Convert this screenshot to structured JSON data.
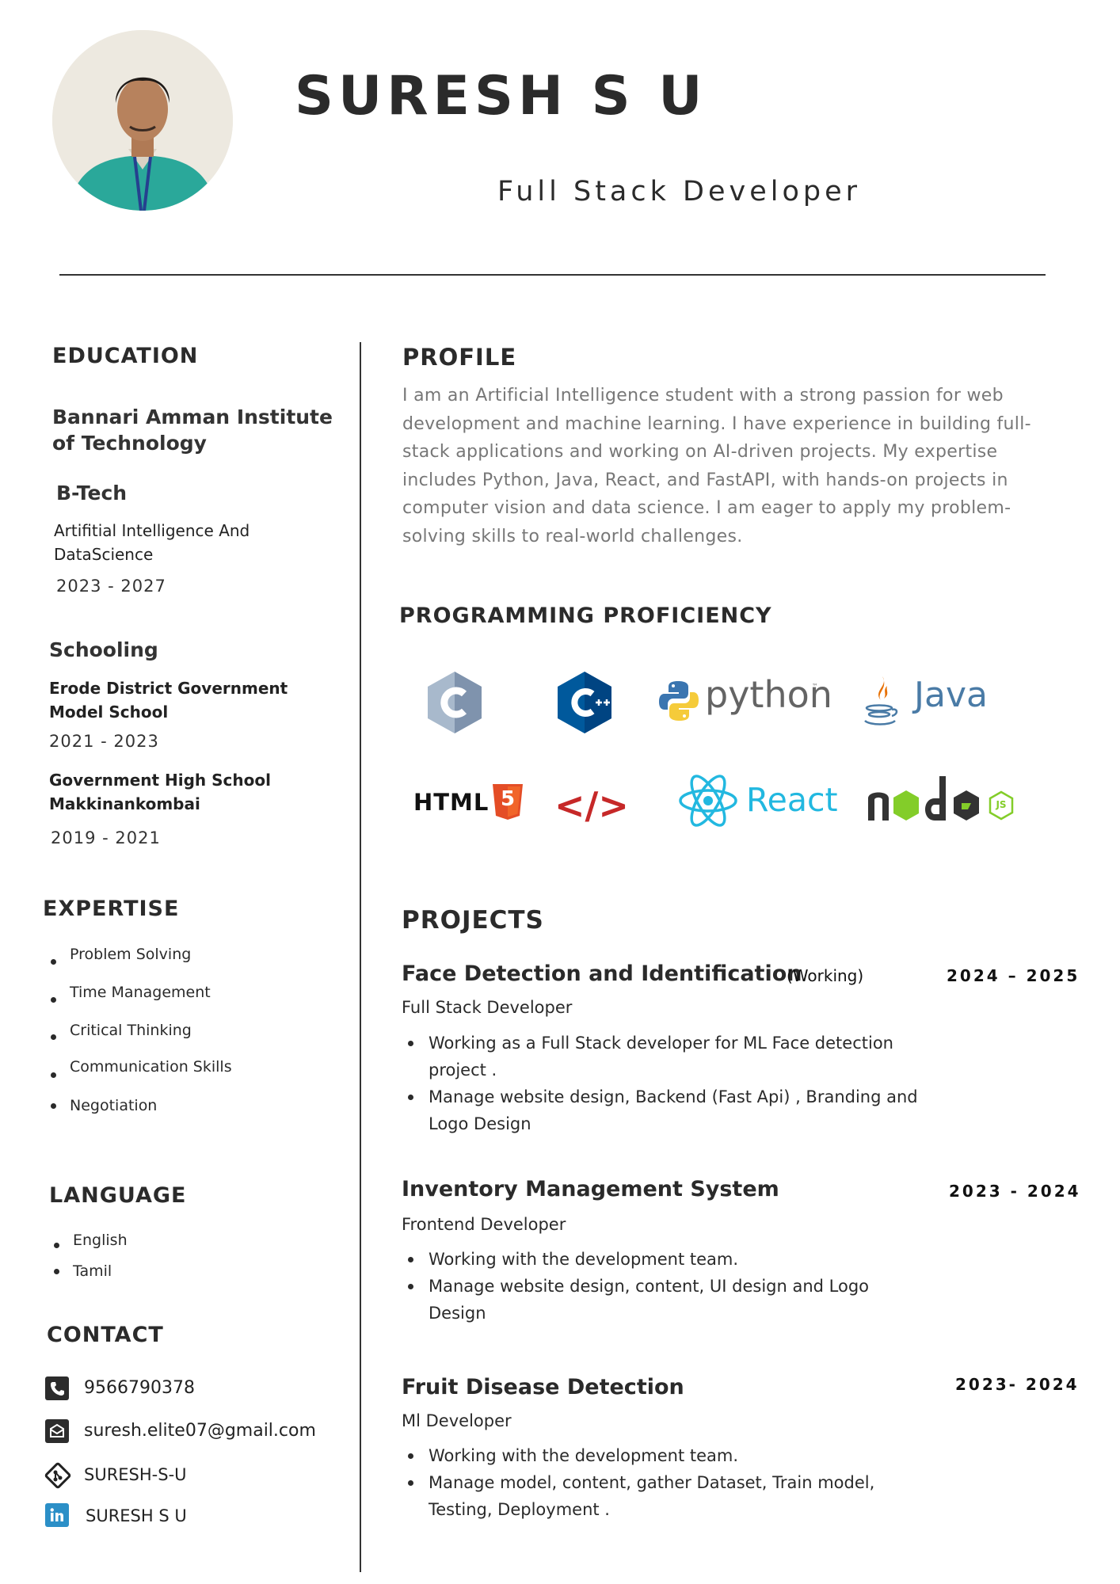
{
  "header": {
    "name": "SURESH S U",
    "title": "Full Stack Developer"
  },
  "education": {
    "heading": "EDUCATION",
    "institute": "Bannari Amman Institute of Technology",
    "degree": "B-Tech",
    "field": "Artifitial Intelligence And DataScience",
    "years": "2023 - 2027",
    "schooling_heading": "Schooling",
    "schools": [
      {
        "name": "Erode District Government Model School",
        "years": "2021 - 2023"
      },
      {
        "name": "Government High School Makkinankombai",
        "years": "2019 - 2021"
      }
    ]
  },
  "expertise": {
    "heading": "EXPERTISE",
    "items": [
      "Problem Solving",
      "Time Management",
      "Critical Thinking",
      "Communication Skills",
      "Negotiation"
    ]
  },
  "language": {
    "heading": "LANGUAGE",
    "items": [
      "English",
      "Tamil"
    ]
  },
  "contact": {
    "heading": "CONTACT",
    "phone": "9566790378",
    "email": "suresh.elite07@gmail.com",
    "git": "SURESH-S-U",
    "linkedin": "SURESH S U",
    "icons": [
      "phone-icon",
      "email-icon",
      "git-icon",
      "linkedin-icon"
    ]
  },
  "profile": {
    "heading": "PROFILE",
    "text": "I am an Artificial Intelligence student with a strong passion for web development and machine learning. I have experience in building full-stack applications and working on AI-driven projects. My expertise includes Python, Java, React, and FastAPI, with hands-on projects in computer vision and data science. I am eager to apply my problem-solving skills to real-world challenges."
  },
  "proficiency": {
    "heading": "PROGRAMMING PROFICIENCY",
    "logos": [
      "c-logo",
      "cpp-logo",
      "python-logo",
      "java-logo",
      "html5-logo",
      "code-icon",
      "react-logo",
      "nodejs-logo"
    ],
    "python_label": "python",
    "tm": "™",
    "java_label": "Java",
    "html_label": "HTML",
    "html_badge": "5",
    "code_label": "</>",
    "react_label": "React",
    "node_js": "JS"
  },
  "projects": {
    "heading": "PROJECTS",
    "items": [
      {
        "title": "Face Detection and Identification",
        "status": "(Working)",
        "years": "2024 – 2025",
        "role": "Full Stack Developer",
        "bullets": [
          "Working as a Full Stack developer for ML Face detection project .",
          "Manage website design, Backend (Fast Api) , Branding and Logo Design"
        ]
      },
      {
        "title": "Inventory Management System",
        "years": "2023 - 2024",
        "role": "Frontend Developer",
        "bullets": [
          "Working with the development team.",
          "Manage website design, content, UI design and Logo Design"
        ]
      },
      {
        "title": "Fruit Disease Detection",
        "years": "2023- 2024",
        "role": "Ml Developer",
        "bullets": [
          "Working with the development team.",
          "Manage model, content, gather Dataset, Train model, Testing, Deployment ."
        ]
      }
    ]
  },
  "colors": {
    "text": "#2a2a2a",
    "muted": "#777777",
    "react": "#22b8e0",
    "java_blue": "#4a7ba6",
    "java_orange": "#e76f00",
    "html_orange": "#e44d26",
    "node_green": "#83cd29",
    "code_red": "#c62828",
    "linkedin": "#2b8fc7"
  }
}
